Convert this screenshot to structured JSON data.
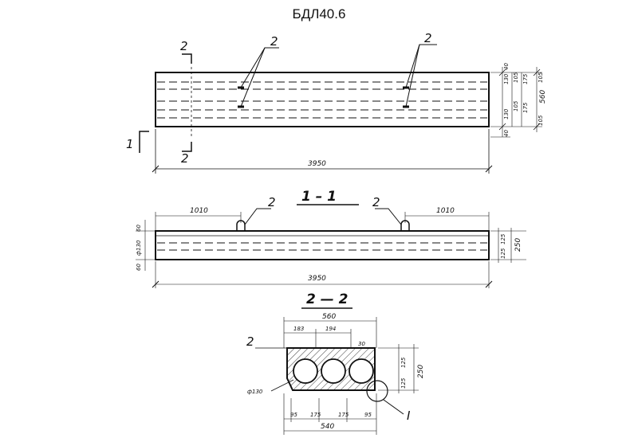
{
  "title": "БДЛ40.6",
  "plan": {
    "length": "3950",
    "width": "560",
    "anchor_mark": "2",
    "cut_1": "1",
    "cut_2": "2",
    "right_dims": [
      "40",
      "130",
      "105",
      "175",
      "105",
      "130",
      "40",
      "105",
      "175",
      "105"
    ]
  },
  "section_1_1": {
    "title": "1 – 1",
    "anchor_mark": "2",
    "left_offset": "1010",
    "right_offset": "1010",
    "length": "3950",
    "height": "250",
    "upper": "125",
    "lower": "125",
    "left_top": "60",
    "left_hole": "ф130",
    "left_bottom": "60"
  },
  "section_2_2": {
    "title": "2 — 2",
    "top_width": "560",
    "top_a": "183",
    "top_b": "194",
    "loop_h": "30",
    "anchor_mark": "2",
    "height": "250",
    "upper": "125",
    "lower": "125",
    "hole": "ф130",
    "bottom_parts": [
      "95",
      "175",
      "175",
      "95"
    ],
    "bottom_width": "540",
    "detail": "I"
  }
}
